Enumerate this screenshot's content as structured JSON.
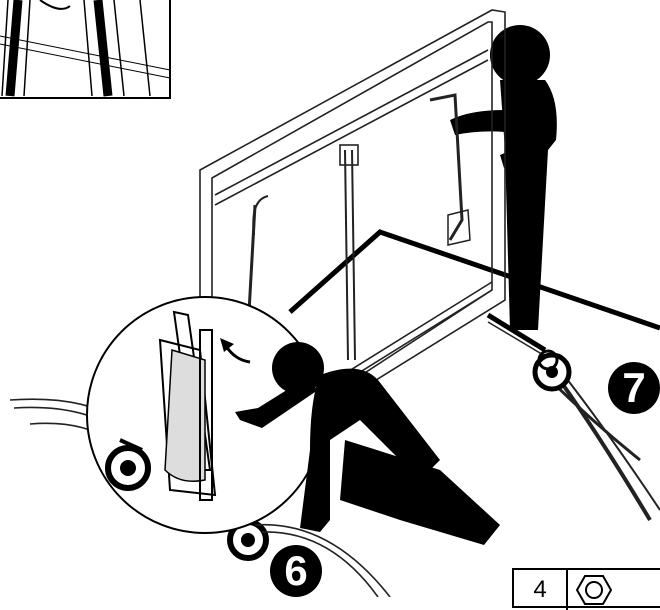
{
  "steps": {
    "step_a": "6",
    "step_b": "7"
  },
  "parts_callout": {
    "quantity": "4",
    "icon": "hex-nut-icon"
  },
  "colors": {
    "ink": "#000000",
    "paper": "#ffffff",
    "frame_line": "#222222"
  }
}
